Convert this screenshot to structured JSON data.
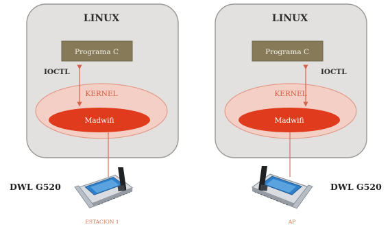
{
  "colors": {
    "panel_fill": "#e3e1df",
    "panel_stroke": "#9a9795",
    "program_fill": "#867a58",
    "kernel_ring_fill": "#f3cfc6",
    "kernel_ring_stroke": "#e29b8a",
    "driver_fill": "#df3b1c",
    "link_line": "#d7644c",
    "kernel_text": "#d65b3c",
    "caption_text": "#d6704e"
  },
  "left_system": {
    "os_title": "LINUX",
    "program_label": "Programa C",
    "ioctl_label": "IOCTL",
    "kernel_label": "KERNEL",
    "driver_label": "Madwifi",
    "device_label": "DWL G520",
    "caption": "ESTACION 1",
    "device_icon": "wifi-pci-card-icon"
  },
  "right_system": {
    "os_title": "LINUX",
    "program_label": "Programa C",
    "ioctl_label": "IOCTL",
    "kernel_label": "KERNEL",
    "driver_label": "Madwifi",
    "device_label": "DWL G520",
    "caption": "AP",
    "device_icon": "wifi-pci-card-icon"
  }
}
